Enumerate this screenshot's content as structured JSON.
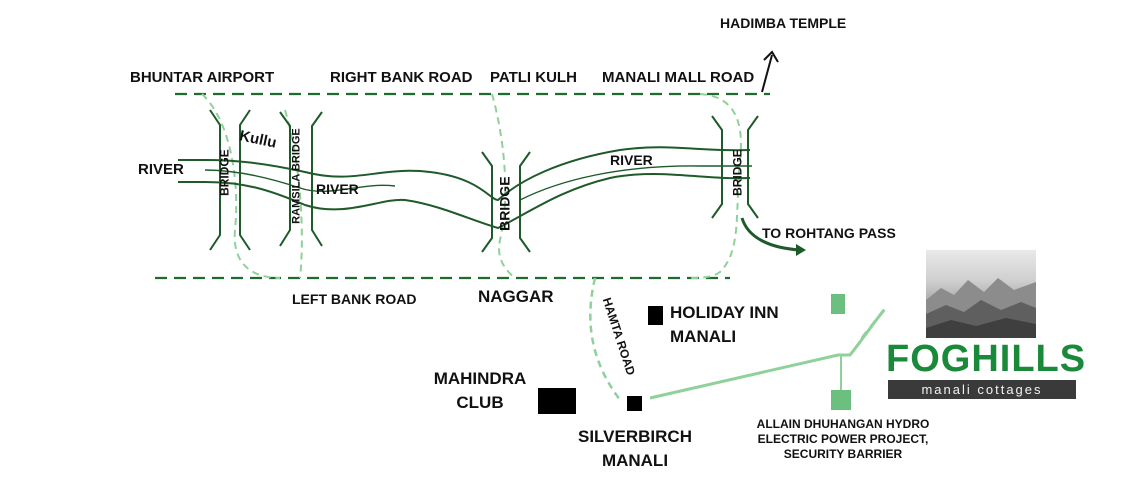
{
  "labels": {
    "hadimba_temple": "HADIMBA TEMPLE",
    "bhuntar_airport": "BHUNTAR AIRPORT",
    "right_bank_road": "RIGHT BANK ROAD",
    "patli_kulh": "PATLI KULH",
    "manali_mall_road": "MANALI MALL ROAD",
    "river_left": "RIVER",
    "kullu": "Kullu",
    "river_mid": "RIVER",
    "river_right": "RIVER",
    "bridge_1": "BRIDGE",
    "ramsila_bridge": "RAMSILA BRIDGE",
    "bridge_naggar": "BRIDGE",
    "bridge_4": "BRIDGE",
    "to_rohtang_pass": "TO ROHTANG PASS",
    "left_bank_road": "LEFT BANK ROAD",
    "naggar": "NAGGAR",
    "hamta_road": "HAMTA ROAD",
    "holiday_inn_line1": "HOLIDAY INN",
    "holiday_inn_line2": "MANALI",
    "mahindra_line1": "MAHINDRA",
    "mahindra_line2": "CLUB",
    "silverbirch_line1": "SILVERBIRCH",
    "silverbirch_line2": "MANALI",
    "allain_line1": "ALLAIN DHUHANGAN HYDRO",
    "allain_line2": "ELECTRIC POWER PROJECT,",
    "allain_line3": "SECURITY BARRIER"
  },
  "logo": {
    "title": "FOGHILLS",
    "subtitle": "manali cottages"
  },
  "colors": {
    "road": "#1e6b2e",
    "track": "#8fd19b",
    "river": "#1e5a2a",
    "marker_green": "#6cc07f",
    "marker_black": "#000000",
    "logo_green": "#1a8a3a"
  }
}
